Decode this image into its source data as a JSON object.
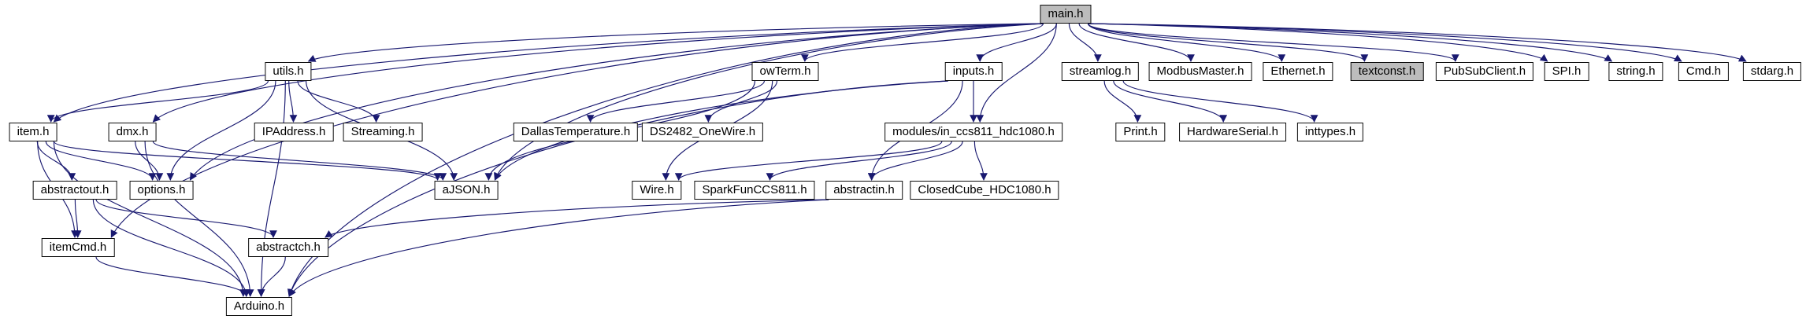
{
  "diagram": {
    "type": "include-dependency-graph",
    "root": "main.h",
    "edge_color": "#191970",
    "highlight_fill": "#bcbcbc",
    "nodes": [
      {
        "id": "main",
        "label": "main.h",
        "highlighted": true
      },
      {
        "id": "utils",
        "label": "utils.h",
        "highlighted": false
      },
      {
        "id": "owterm",
        "label": "owTerm.h",
        "highlighted": false
      },
      {
        "id": "inputs",
        "label": "inputs.h",
        "highlighted": false
      },
      {
        "id": "streamlog",
        "label": "streamlog.h",
        "highlighted": false
      },
      {
        "id": "modbus",
        "label": "ModbusMaster.h",
        "highlighted": false
      },
      {
        "id": "ethernet",
        "label": "Ethernet.h",
        "highlighted": false
      },
      {
        "id": "textconst",
        "label": "textconst.h",
        "highlighted": true
      },
      {
        "id": "pubsub",
        "label": "PubSubClient.h",
        "highlighted": false
      },
      {
        "id": "spi",
        "label": "SPI.h",
        "highlighted": false
      },
      {
        "id": "string",
        "label": "string.h",
        "highlighted": false
      },
      {
        "id": "cmd",
        "label": "Cmd.h",
        "highlighted": false
      },
      {
        "id": "stdarg",
        "label": "stdarg.h",
        "highlighted": false
      },
      {
        "id": "item",
        "label": "item.h",
        "highlighted": false
      },
      {
        "id": "dmx",
        "label": "dmx.h",
        "highlighted": false
      },
      {
        "id": "ipaddress",
        "label": "IPAddress.h",
        "highlighted": false
      },
      {
        "id": "streaming",
        "label": "Streaming.h",
        "highlighted": false
      },
      {
        "id": "dallas",
        "label": "DallasTemperature.h",
        "highlighted": false
      },
      {
        "id": "ds2482",
        "label": "DS2482_OneWire.h",
        "highlighted": false
      },
      {
        "id": "modules",
        "label": "modules/in_ccs811_hdc1080.h",
        "highlighted": false
      },
      {
        "id": "print",
        "label": "Print.h",
        "highlighted": false
      },
      {
        "id": "hwserial",
        "label": "HardwareSerial.h",
        "highlighted": false
      },
      {
        "id": "inttypes",
        "label": "inttypes.h",
        "highlighted": false
      },
      {
        "id": "abstractout",
        "label": "abstractout.h",
        "highlighted": false
      },
      {
        "id": "options",
        "label": "options.h",
        "highlighted": false
      },
      {
        "id": "ajson",
        "label": "aJSON.h",
        "highlighted": false
      },
      {
        "id": "wire",
        "label": "Wire.h",
        "highlighted": false
      },
      {
        "id": "sparkfun",
        "label": "SparkFunCCS811.h",
        "highlighted": false
      },
      {
        "id": "abstractin",
        "label": "abstractin.h",
        "highlighted": false
      },
      {
        "id": "closedcube",
        "label": "ClosedCube_HDC1080.h",
        "highlighted": false
      },
      {
        "id": "itemcmd",
        "label": "itemCmd.h",
        "highlighted": false
      },
      {
        "id": "abstractch",
        "label": "abstractch.h",
        "highlighted": false
      },
      {
        "id": "arduino",
        "label": "Arduino.h",
        "highlighted": false
      }
    ],
    "edges": [
      [
        "main",
        "utils"
      ],
      [
        "main",
        "owterm"
      ],
      [
        "main",
        "inputs"
      ],
      [
        "main",
        "streamlog"
      ],
      [
        "main",
        "modbus"
      ],
      [
        "main",
        "ethernet"
      ],
      [
        "main",
        "textconst"
      ],
      [
        "main",
        "pubsub"
      ],
      [
        "main",
        "spi"
      ],
      [
        "main",
        "string"
      ],
      [
        "main",
        "cmd"
      ],
      [
        "main",
        "stdarg"
      ],
      [
        "main",
        "item"
      ],
      [
        "main",
        "dmx"
      ],
      [
        "main",
        "options"
      ],
      [
        "main",
        "ajson"
      ],
      [
        "main",
        "arduino"
      ],
      [
        "main",
        "modules"
      ],
      [
        "main",
        "itemcmd"
      ],
      [
        "utils",
        "item"
      ],
      [
        "utils",
        "ipaddress"
      ],
      [
        "utils",
        "streaming"
      ],
      [
        "utils",
        "ajson"
      ],
      [
        "utils",
        "options"
      ],
      [
        "utils",
        "arduino"
      ],
      [
        "item",
        "abstractout"
      ],
      [
        "item",
        "options"
      ],
      [
        "item",
        "ajson"
      ],
      [
        "item",
        "arduino"
      ],
      [
        "item",
        "itemcmd"
      ],
      [
        "dmx",
        "options"
      ],
      [
        "dmx",
        "ajson"
      ],
      [
        "dmx",
        "arduino"
      ],
      [
        "owterm",
        "dallas"
      ],
      [
        "owterm",
        "ds2482"
      ],
      [
        "owterm",
        "ajson"
      ],
      [
        "owterm",
        "wire"
      ],
      [
        "inputs",
        "modules"
      ],
      [
        "inputs",
        "ajson"
      ],
      [
        "inputs",
        "abstractin"
      ],
      [
        "inputs",
        "arduino"
      ],
      [
        "modules",
        "wire"
      ],
      [
        "modules",
        "sparkfun"
      ],
      [
        "modules",
        "abstractin"
      ],
      [
        "modules",
        "closedcube"
      ],
      [
        "streamlog",
        "print"
      ],
      [
        "streamlog",
        "hwserial"
      ],
      [
        "streamlog",
        "inttypes"
      ],
      [
        "abstractout",
        "itemcmd"
      ],
      [
        "abstractout",
        "abstractch"
      ],
      [
        "abstractout",
        "arduino"
      ],
      [
        "itemcmd",
        "arduino"
      ],
      [
        "abstractch",
        "arduino"
      ],
      [
        "abstractin",
        "abstractch"
      ],
      [
        "abstractin",
        "arduino"
      ]
    ]
  }
}
